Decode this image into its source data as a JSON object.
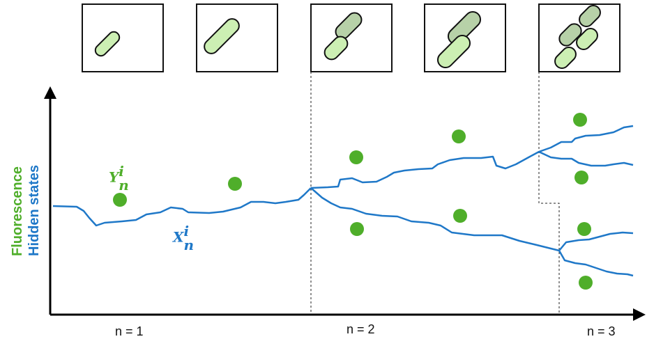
{
  "axis": {
    "y_label_fluorescence": "Fluorescence",
    "y_label_hidden": "Hidden states"
  },
  "symbols": {
    "y": {
      "base": "Y",
      "sup": "i",
      "sub": "n"
    },
    "x": {
      "base": "X",
      "sup": "i",
      "sub": "n"
    }
  },
  "generations": [
    "n = 1",
    "n = 2",
    "n = 3"
  ],
  "colors": {
    "fluorescence": "#4fae2a",
    "hidden": "#1f78c8",
    "cell_light": "#ccefb3",
    "cell_dark": "#b7d1a8"
  }
}
